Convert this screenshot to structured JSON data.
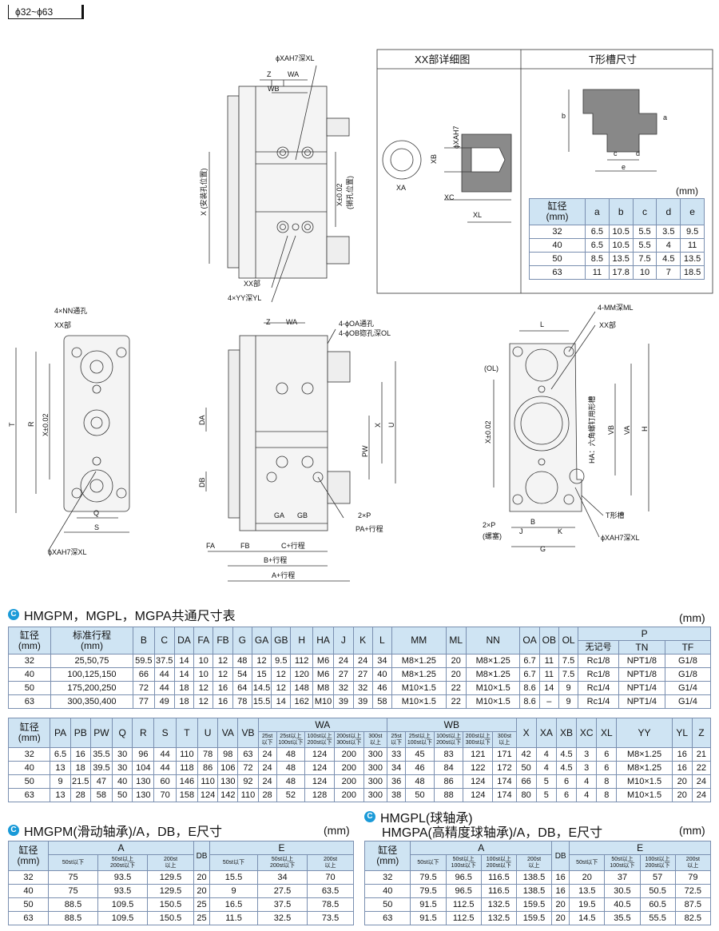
{
  "range_tag": "ϕ32~ϕ63",
  "drawing": {
    "top_view": {
      "labels": [
        "ϕXAH7深XL",
        "Z",
        "WA",
        "WB",
        "X (安装孔位置)",
        "X±0.02",
        "(销孔位置)",
        "XX部",
        "4×YY深YL"
      ]
    },
    "xx_detail": {
      "title": "XX部详细图",
      "labels": [
        "ϕXAH7",
        "XB",
        "XA",
        "XC",
        "XL"
      ]
    },
    "tslot": {
      "title": "T形槽尺寸",
      "labels": [
        "a",
        "b",
        "c",
        "d",
        "e"
      ]
    },
    "left_view": {
      "labels": [
        "4×NN通孔",
        "XX部",
        "T",
        "R",
        "X±0.02",
        "Q",
        "S",
        "ϕXAH7深XL"
      ]
    },
    "front_view": {
      "labels": [
        "Z",
        "WA",
        "4-ϕOA通孔",
        "4-ϕOB锪孔深OL",
        "DA",
        "DB",
        "X",
        "U",
        "PW",
        "GA",
        "GB",
        "2×P",
        "PA+行程",
        "FA",
        "FB",
        "C+行程",
        "B+行程",
        "A+行程"
      ]
    },
    "right_view": {
      "labels": [
        "L",
        "4-MM深ML",
        "XX部",
        "(OL)",
        "X±0.02",
        "VB",
        "VA",
        "H",
        "HA：六角螺钉用形槽",
        "B",
        "2×P",
        "(螺塞)",
        "J",
        "K",
        "G",
        "T形槽",
        "ϕXAH7深XL"
      ]
    }
  },
  "tslot_table": {
    "unit": "(mm)",
    "header_bore": "缸径\n(mm)",
    "columns": [
      "a",
      "b",
      "c",
      "d",
      "e"
    ],
    "rows": [
      [
        "32",
        "6.5",
        "10.5",
        "5.5",
        "3.5",
        "9.5"
      ],
      [
        "40",
        "6.5",
        "10.5",
        "5.5",
        "4",
        "11"
      ],
      [
        "50",
        "8.5",
        "13.5",
        "7.5",
        "4.5",
        "13.5"
      ],
      [
        "63",
        "11",
        "17.8",
        "10",
        "7",
        "18.5"
      ]
    ]
  },
  "common_table": {
    "title": "HMGPM，MGPL，MGPA共通尺寸表",
    "unit": "(mm)",
    "header_bore": "缸径\n(mm)",
    "header_stroke": "标准行程\n(mm)",
    "columns": [
      "B",
      "C",
      "DA",
      "FA",
      "FB",
      "G",
      "GA",
      "GB",
      "H",
      "HA",
      "J",
      "K",
      "L",
      "MM",
      "ML",
      "NN",
      "OA",
      "OB",
      "OL"
    ],
    "p_header": "P",
    "p_sub": [
      "无记号",
      "TN",
      "TF"
    ],
    "rows": [
      [
        "32",
        "25,50,75",
        "59.5",
        "37.5",
        "14",
        "10",
        "12",
        "48",
        "12",
        "9.5",
        "112",
        "M6",
        "24",
        "24",
        "34",
        "M8×1.25",
        "20",
        "M8×1.25",
        "6.7",
        "11",
        "7.5",
        "Rc1/8",
        "NPT1/8",
        "G1/8"
      ],
      [
        "40",
        "100,125,150",
        "66",
        "44",
        "14",
        "10",
        "12",
        "54",
        "15",
        "12",
        "120",
        "M6",
        "27",
        "27",
        "40",
        "M8×1.25",
        "20",
        "M8×1.25",
        "6.7",
        "11",
        "7.5",
        "Rc1/8",
        "NPT1/8",
        "G1/8"
      ],
      [
        "50",
        "175,200,250",
        "72",
        "44",
        "18",
        "12",
        "16",
        "64",
        "14.5",
        "12",
        "148",
        "M8",
        "32",
        "32",
        "46",
        "M10×1.5",
        "22",
        "M10×1.5",
        "8.6",
        "14",
        "9",
        "Rc1/4",
        "NPT1/4",
        "G1/4"
      ],
      [
        "63",
        "300,350,400",
        "77",
        "49",
        "18",
        "12",
        "16",
        "78",
        "15.5",
        "14",
        "162",
        "M10",
        "39",
        "39",
        "58",
        "M10×1.5",
        "22",
        "M10×1.5",
        "8.6",
        "–",
        "9",
        "Rc1/4",
        "NPT1/4",
        "G1/4"
      ]
    ]
  },
  "second_table": {
    "header_bore": "缸径\n(mm)",
    "columns_a": [
      "PA",
      "PB",
      "PW",
      "Q",
      "R",
      "S",
      "T",
      "U",
      "VA",
      "VB"
    ],
    "wa_header": "WA",
    "wb_header": "WB",
    "wa_sub": [
      "25st\n以下",
      "25st以上\n100st以下",
      "100st以上\n200st以下",
      "200st以上\n300st以下",
      "300st\n以上"
    ],
    "wb_sub": [
      "25st\n以下",
      "25st以上\n100st以下",
      "100st以上\n200st以下",
      "200st以上\n300st以下",
      "300st\n以上"
    ],
    "columns_b": [
      "X",
      "XA",
      "XB",
      "XC",
      "XL",
      "YY",
      "YL",
      "Z"
    ],
    "rows": [
      [
        "32",
        "6.5",
        "16",
        "35.5",
        "30",
        "96",
        "44",
        "110",
        "78",
        "98",
        "63",
        "24",
        "48",
        "124",
        "200",
        "300",
        "33",
        "45",
        "83",
        "121",
        "171",
        "42",
        "4",
        "4.5",
        "3",
        "6",
        "M8×1.25",
        "16",
        "21"
      ],
      [
        "40",
        "13",
        "18",
        "39.5",
        "30",
        "104",
        "44",
        "118",
        "86",
        "106",
        "72",
        "24",
        "48",
        "124",
        "200",
        "300",
        "34",
        "46",
        "84",
        "122",
        "172",
        "50",
        "4",
        "4.5",
        "3",
        "6",
        "M8×1.25",
        "16",
        "22"
      ],
      [
        "50",
        "9",
        "21.5",
        "47",
        "40",
        "130",
        "60",
        "146",
        "110",
        "130",
        "92",
        "24",
        "48",
        "124",
        "200",
        "300",
        "36",
        "48",
        "86",
        "124",
        "174",
        "66",
        "5",
        "6",
        "4",
        "8",
        "M10×1.5",
        "20",
        "24"
      ],
      [
        "63",
        "13",
        "28",
        "58",
        "50",
        "130",
        "70",
        "158",
        "124",
        "142",
        "110",
        "28",
        "52",
        "128",
        "200",
        "300",
        "38",
        "50",
        "88",
        "124",
        "174",
        "80",
        "5",
        "6",
        "4",
        "8",
        "M10×1.5",
        "20",
        "24"
      ]
    ]
  },
  "hmgpm_table": {
    "title": "HMGPM(滑动轴承)/A，DB，E尺寸",
    "unit": "(mm)",
    "header_bore": "缸径\n(mm)",
    "a_header": "A",
    "db_header": "DB",
    "e_header": "E",
    "a_sub": [
      "50st以下",
      "50st以上\n200st以下",
      "200st\n以上"
    ],
    "e_sub": [
      "50st以下",
      "50st以上\n200st以下",
      "200st\n以上"
    ],
    "rows": [
      [
        "32",
        "75",
        "93.5",
        "129.5",
        "20",
        "15.5",
        "34",
        "70"
      ],
      [
        "40",
        "75",
        "93.5",
        "129.5",
        "20",
        "9",
        "27.5",
        "63.5"
      ],
      [
        "50",
        "88.5",
        "109.5",
        "150.5",
        "25",
        "16.5",
        "37.5",
        "78.5"
      ],
      [
        "63",
        "88.5",
        "109.5",
        "150.5",
        "25",
        "11.5",
        "32.5",
        "73.5"
      ]
    ]
  },
  "hmgpl_table": {
    "title1": "HMGPL(球轴承)",
    "title2": "HMGPA(高精度球轴承)/A，DB，E尺寸",
    "unit": "(mm)",
    "header_bore": "缸径\n(mm)",
    "a_header": "A",
    "db_header": "DB",
    "e_header": "E",
    "a_sub": [
      "50st以下",
      "50st以上\n100st以下",
      "100st以上\n200st以下",
      "200st\n以上"
    ],
    "e_sub": [
      "50st以下",
      "50st以上\n100st以下",
      "100st以上\n200st以下",
      "200st\n以上"
    ],
    "rows": [
      [
        "32",
        "79.5",
        "96.5",
        "116.5",
        "138.5",
        "16",
        "20",
        "37",
        "57",
        "79"
      ],
      [
        "40",
        "79.5",
        "96.5",
        "116.5",
        "138.5",
        "16",
        "13.5",
        "30.5",
        "50.5",
        "72.5"
      ],
      [
        "50",
        "91.5",
        "112.5",
        "132.5",
        "159.5",
        "20",
        "19.5",
        "40.5",
        "60.5",
        "87.5"
      ],
      [
        "63",
        "91.5",
        "112.5",
        "132.5",
        "159.5",
        "20",
        "14.5",
        "35.5",
        "55.5",
        "82.5"
      ]
    ]
  }
}
